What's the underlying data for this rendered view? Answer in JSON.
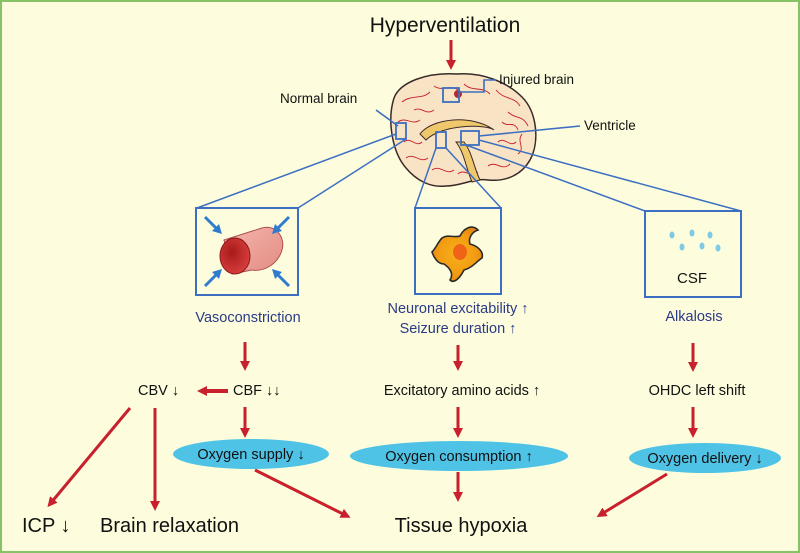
{
  "title": "Hyperventilation",
  "brain_labels": {
    "normal": "Normal brain",
    "injured": "Injured brain",
    "ventricle": "Ventricle"
  },
  "boxes": {
    "vessel_label": "Vasoconstriction",
    "neuron_label_1": "Neuronal excitability ↑",
    "neuron_label_2": "Seizure duration ↑",
    "csf_box_text": "CSF",
    "csf_label": "Alkalosis"
  },
  "flow": {
    "cbv": "CBV ↓",
    "cbf": "CBF ↓↓",
    "excitatory": "Excitatory amino acids ↑",
    "ohdc": "OHDC left shift",
    "oxygen_supply": "Oxygen supply ↓",
    "oxygen_consumption": "Oxygen consumption  ↑",
    "oxygen_delivery": "Oxygen delivery ↓"
  },
  "outcomes": {
    "icp": "ICP ↓",
    "brain_relaxation": "Brain relaxation",
    "tissue_hypoxia": "Tissue hypoxia"
  },
  "colors": {
    "background": "#fdfdde",
    "border": "#86c366",
    "arrow": "#c8202c",
    "box_stroke": "#3c6fc1",
    "ellipse": "#4fc3e6",
    "text_blue": "#2a3a86"
  }
}
